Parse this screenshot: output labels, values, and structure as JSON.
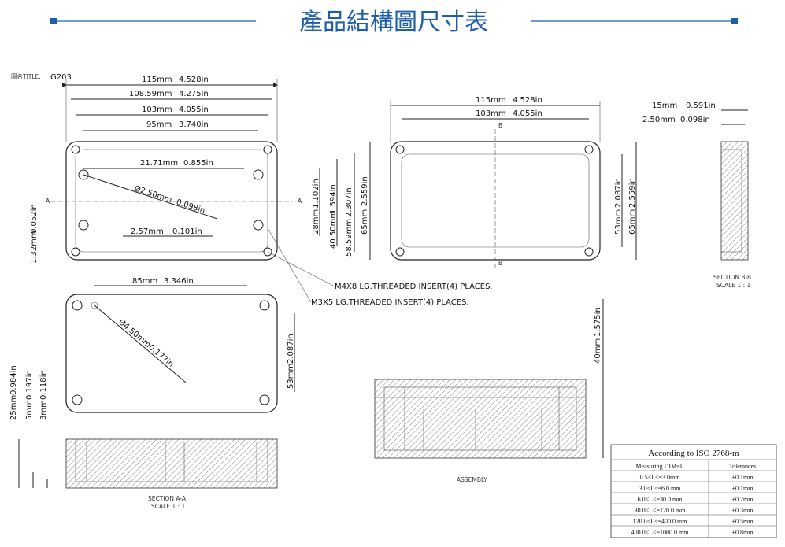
{
  "header": {
    "title": "產品結構圖尺寸表"
  },
  "title_block": {
    "label": "圖名TITLE:",
    "model": "G203"
  },
  "top_view": {
    "dims": [
      "115mm",
      "4.528in",
      "108.59mm",
      "4.275in",
      "103mm",
      "4.055in",
      "95mm",
      "3.740in",
      "21.71mm",
      "0.855in",
      "2.57mm",
      "0.101in"
    ],
    "diameter": [
      "Ø2.50mm",
      "0.098in"
    ],
    "side": [
      "1.32mm",
      "0.052in"
    ],
    "vertical": [
      "28mm",
      "1.102in",
      "40.50mm",
      "1.594in",
      "58.59mm",
      "2.307in",
      "65mm",
      "2.559in"
    ],
    "section_marks": [
      "A",
      "A"
    ]
  },
  "right_view": {
    "dims": [
      "115mm",
      "4.528in",
      "103mm",
      "4.055in"
    ],
    "vertical": [
      "53mm",
      "2.087in",
      "65mm",
      "2.559in"
    ],
    "section_marks": [
      "B",
      "B"
    ]
  },
  "section_bb": {
    "dims": [
      "15mm",
      "0.591in",
      "2.50mm",
      "0.098in"
    ],
    "caption": "SECTION B-B",
    "scale": "SCALE 1 : 1"
  },
  "callouts": [
    "M4X8 LG.THREADED INSERT(4) PLACES.",
    "M3X5 LG.THREADED INSERT(4) PLACES."
  ],
  "bottom_view": {
    "dims": [
      "85mm",
      "3.346in"
    ],
    "diameter": [
      "Ø4.50mm",
      "0.177in"
    ],
    "vertical": [
      "53mm",
      "2.087in"
    ]
  },
  "section_aa": {
    "vertical": [
      "25mm",
      "0.984in",
      "5mm",
      "0.197in",
      "3mm",
      "0.118in"
    ],
    "caption": "SECTION A-A",
    "scale": "SCALE 1 : 1"
  },
  "assembly": {
    "caption": "ASSEMBLY",
    "vertical": [
      "40mm",
      "1.575in"
    ]
  },
  "tolerance_table": {
    "title": "According to ISO 2768-m",
    "headers": [
      "Measuring  DIM=L",
      "Tolerances"
    ],
    "rows": [
      [
        "0.5<L<=3.0mm",
        "±0.1mm"
      ],
      [
        "3.0<L<=6.0 mm",
        "±0.1mm"
      ],
      [
        "6.0<L<=30.0 mm",
        "±0.2mm"
      ],
      [
        "30.0<L<=120.0 mm",
        "±0.3mm"
      ],
      [
        "120.0<L<=400.0 mm",
        "±0.5mm"
      ],
      [
        "400.0<L<=1000.0 mm",
        "±0.8mm"
      ]
    ]
  },
  "colors": {
    "title": "#1f5fa8",
    "line": "#222222"
  }
}
